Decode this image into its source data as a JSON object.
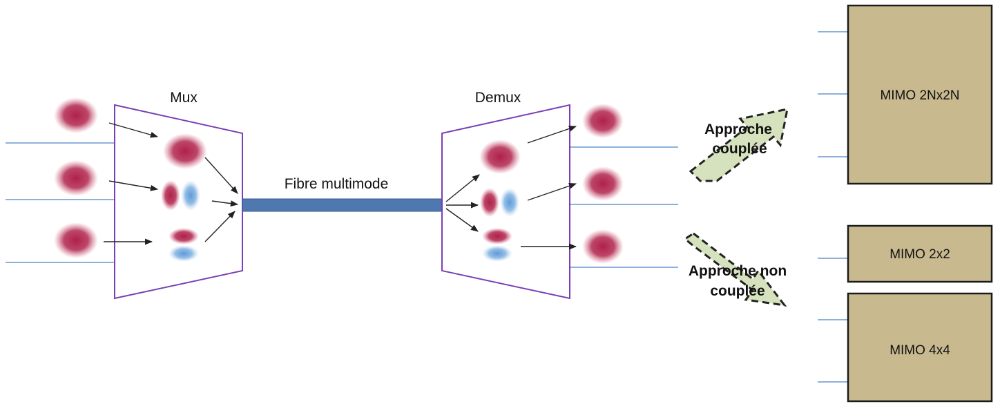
{
  "labels": {
    "mux": "Mux",
    "demux": "Demux",
    "fiber": "Fibre multimode",
    "coupled_line1": "Approche",
    "coupled_line2": "couplée",
    "uncoupled_line1": "Approche non",
    "uncoupled_line2": "couplée"
  },
  "mimo_blocks": {
    "large": "MIMO 2Nx2N",
    "small": "MIMO 2x2",
    "medium": "MIMO 4x4"
  },
  "colors": {
    "mode_red": "#b0204a",
    "mode_blue": "#6fa6dc",
    "device_outline": "#7a3fb5",
    "fiber": "#4f78b0",
    "signal_line": "#8eb0dc",
    "mimo_fill": "#c8b98f",
    "arrow_fill": "#d5e2bd"
  }
}
